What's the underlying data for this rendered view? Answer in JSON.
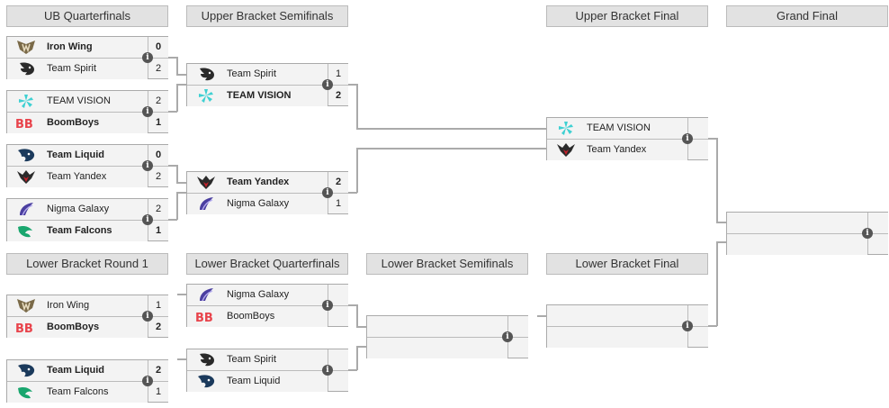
{
  "rounds": {
    "ub_qf": "UB Quarterfinals",
    "ub_sf": "Upper Bracket Semifinals",
    "ub_final": "Upper Bracket Final",
    "grand_final": "Grand Final",
    "lb_r1": "Lower Bracket Round 1",
    "lb_qf": "Lower Bracket Quarterfinals",
    "lb_sf": "Lower Bracket Semifinals",
    "lb_final": "Lower Bracket Final"
  },
  "matches": {
    "ub_qf_1": {
      "t1": "Iron Wing",
      "s1": "0",
      "t2": "Team Spirit",
      "s2": "2"
    },
    "ub_qf_2": {
      "t1": "TEAM VISION",
      "s1": "2",
      "t2": "BoomBoys",
      "s2": "1"
    },
    "ub_qf_3": {
      "t1": "Team Liquid",
      "s1": "0",
      "t2": "Team Yandex",
      "s2": "2"
    },
    "ub_qf_4": {
      "t1": "Nigma Galaxy",
      "s1": "2",
      "t2": "Team Falcons",
      "s2": "1"
    },
    "ub_sf_1": {
      "t1": "Team Spirit",
      "s1": "1",
      "t2": "TEAM VISION",
      "s2": "2"
    },
    "ub_sf_2": {
      "t1": "Team Yandex",
      "s1": "2",
      "t2": "Nigma Galaxy",
      "s2": "1"
    },
    "ub_final": {
      "t1": "TEAM VISION",
      "s1": "",
      "t2": "Team Yandex",
      "s2": ""
    },
    "grand_final": {
      "t1": "",
      "s1": "",
      "t2": "",
      "s2": ""
    },
    "lb_r1_1": {
      "t1": "Iron Wing",
      "s1": "1",
      "t2": "BoomBoys",
      "s2": "2"
    },
    "lb_r1_2": {
      "t1": "Team Liquid",
      "s1": "2",
      "t2": "Team Falcons",
      "s2": "1"
    },
    "lb_qf_1": {
      "t1": "Nigma Galaxy",
      "s1": "",
      "t2": "BoomBoys",
      "s2": ""
    },
    "lb_qf_2": {
      "t1": "Team Spirit",
      "s1": "",
      "t2": "Team Liquid",
      "s2": ""
    },
    "lb_sf": {
      "t1": "",
      "s1": "",
      "t2": "",
      "s2": ""
    },
    "lb_final": {
      "t1": "",
      "s1": "",
      "t2": "",
      "s2": ""
    }
  },
  "icons": {
    "Iron Wing": "iron-wing-logo-icon",
    "Team Spirit": "team-spirit-logo-icon",
    "TEAM VISION": "team-vision-logo-icon",
    "BoomBoys": "boomboys-logo-icon",
    "Team Liquid": "team-liquid-logo-icon",
    "Team Yandex": "team-yandex-logo-icon",
    "Nigma Galaxy": "nigma-galaxy-logo-icon",
    "Team Falcons": "team-falcons-logo-icon",
    "match_info": "info-icon"
  },
  "colors": {
    "header_bg": "#e2e2e2",
    "cell_bg": "#f3f3f3",
    "line": "#aaaaaa",
    "vision": "#3ed0d2",
    "boomboys": "#e8434b",
    "liquid": "#1b3a5c",
    "falcons": "#19a66e",
    "nigma": "#4b3fa0",
    "yandex_red": "#c8202a"
  }
}
